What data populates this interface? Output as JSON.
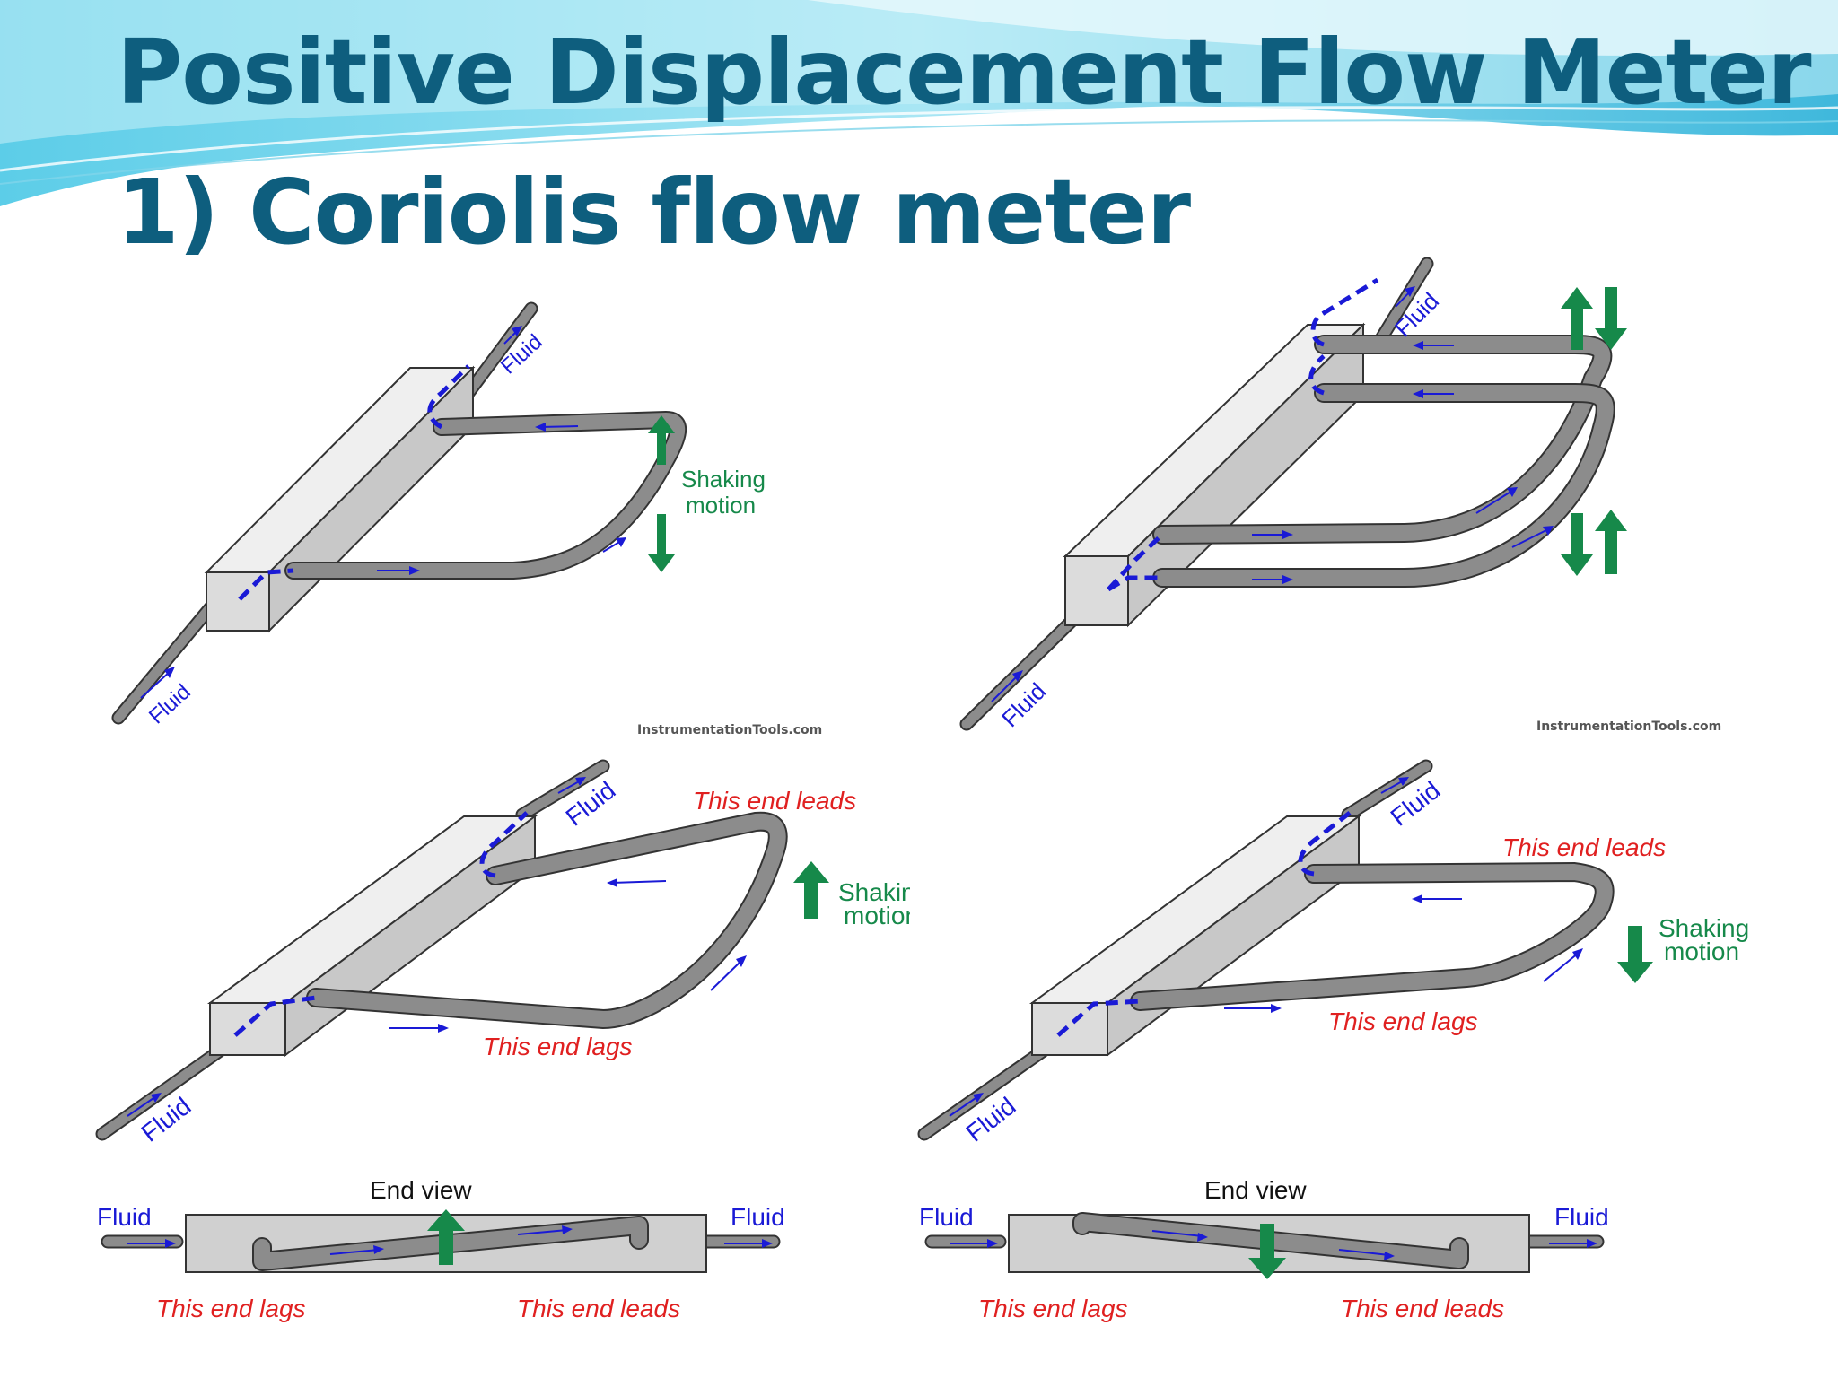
{
  "slide": {
    "title": "Positive Displacement Flow Meter",
    "subtitle": "1) Coriolis  flow meter"
  },
  "colors": {
    "title": "#0e5e7e",
    "wave_light": "#9fe3f3",
    "wave_mid": "#4fc3e3",
    "fluid_label": "#1a1ad6",
    "shaking_label": "#16894a",
    "lead_lag_label": "#e02020",
    "tube": "#8c8c8c",
    "manifold": "#d9d9d9"
  },
  "watermark": "InstrumentationTools.com",
  "panel_single": {
    "fluid_in": "Fluid",
    "fluid_out": "Fluid",
    "shaking_line1": "Shaking",
    "shaking_line2": "motion",
    "watermark": "InstrumentationTools.com"
  },
  "panel_dual": {
    "fluid_in": "Fluid",
    "fluid_out": "Fluid",
    "watermark": "InstrumentationTools.com"
  },
  "panel_up": {
    "fluid_in": "Fluid",
    "fluid_out": "Fluid",
    "leads": "This end leads",
    "lags": "This end lags",
    "shaking_line1": "Shaking",
    "shaking_line2": "motion",
    "end_view_title": "End view",
    "end_left_fluid": "Fluid",
    "end_right_fluid": "Fluid",
    "end_lags": "This end lags",
    "end_leads": "This end leads"
  },
  "panel_down": {
    "fluid_in": "Fluid",
    "fluid_out": "Fluid",
    "leads": "This end leads",
    "lags": "This end lags",
    "shaking_line1": "Shaking",
    "shaking_line2": "motion",
    "end_view_title": "End view",
    "end_left_fluid": "Fluid",
    "end_right_fluid": "Fluid",
    "end_lags": "This end lags",
    "end_leads": "This end leads"
  }
}
